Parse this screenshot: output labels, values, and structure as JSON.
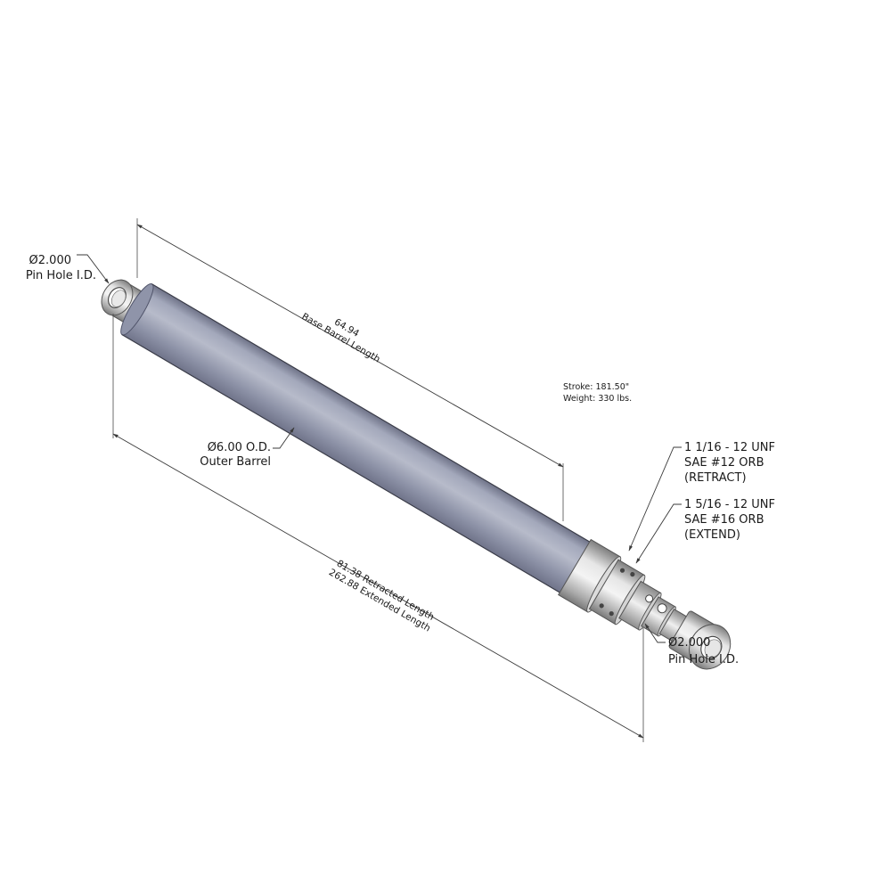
{
  "labels": {
    "pin_top_dia": "Ø2.000",
    "pin_top_text": "Pin Hole I.D.",
    "base_len_value": "64.94",
    "base_len_text": "Base Barrel Length",
    "stroke": "Stroke: 181.50\"",
    "weight": "Weight: 330 lbs.",
    "barrel_dia": "Ø6.00 O.D.",
    "barrel_text": "Outer Barrel",
    "port_retract_1": "1 1/16 - 12 UNF",
    "port_retract_2": "SAE #12 ORB",
    "port_retract_3": "(RETRACT)",
    "port_extend_1": "1 5/16 - 12 UNF",
    "port_extend_2": "SAE #16 ORB",
    "port_extend_3": "(EXTEND)",
    "retracted_len": "81.38 Retracted Length",
    "extended_len": "262.88 Extended Length",
    "pin_bottom_dia": "Ø2.000",
    "pin_bottom_text": "Pin Hole I.D."
  },
  "colors": {
    "barrel": "#8e93a8",
    "barrel_light": "#b9bdcc",
    "barrel_dark": "#6d7186",
    "metal": "#c8c8c8",
    "metal_light": "#ececec",
    "metal_dark": "#8a8a8a",
    "line": "#3a3a3a"
  }
}
